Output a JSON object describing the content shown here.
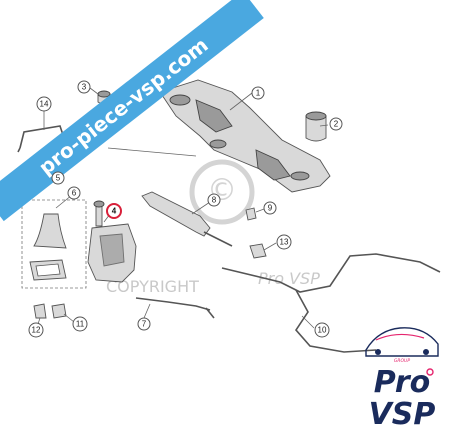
{
  "banner": {
    "text": "pro-piece-vsp.com",
    "color": "#4aa8e0"
  },
  "watermark": {
    "text_copyright": "COPYRIGHT",
    "text_brand": "Pro VSP",
    "symbol": "©"
  },
  "callouts": {
    "p1": "1",
    "p2": "2",
    "p3": "3",
    "p4": "4",
    "p5": "5",
    "p6": "6",
    "p7": "7",
    "p8": "8",
    "p9": "9",
    "p10": "10",
    "p11": "11",
    "p12": "12",
    "p13": "13",
    "p14": "14"
  },
  "highlight": {
    "part": "4",
    "color": "#d8203a"
  },
  "logo": {
    "line1": "Pro",
    "line2": "VSP",
    "group": "GROUP",
    "primary": "#1a2b5c",
    "accent": "#e5256e"
  }
}
